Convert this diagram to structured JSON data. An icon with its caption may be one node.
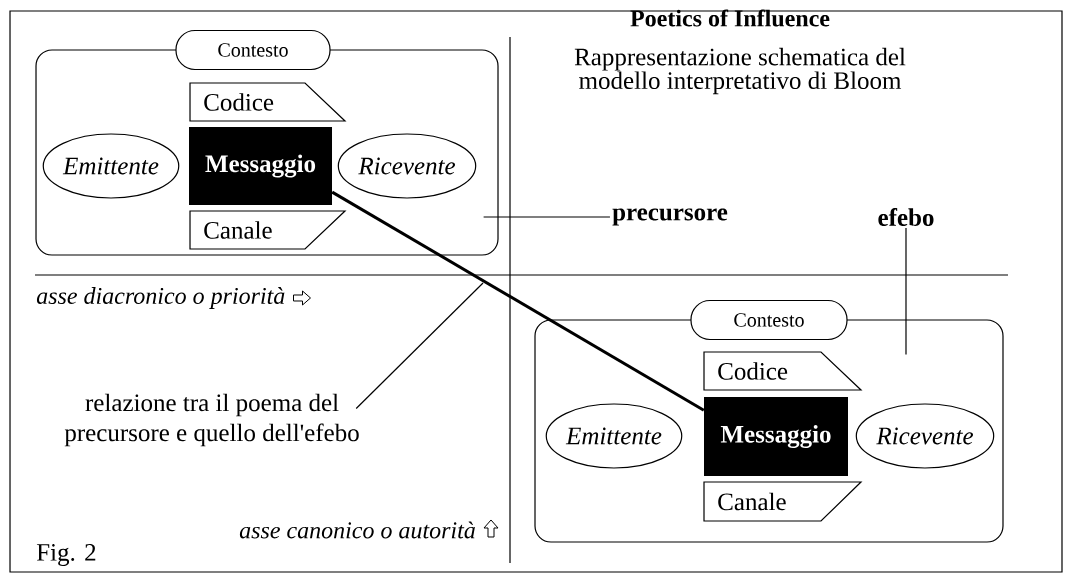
{
  "diagram": {
    "title": "Poetics of Influence",
    "caption": "Fig. 2",
    "nodes": [
      {
        "text": [],
        "shape": "box"
      },
      {
        "text": [
          "Contesto"
        ]
      },
      {
        "text": [
          "Codice"
        ],
        "in": 0
      },
      {
        "text": [
          "Emittente"
        ],
        "in": 0
      },
      {
        "text": [
          "Messaggio"
        ],
        "in": 0
      },
      {
        "text": [
          "Ricevente"
        ],
        "in": 0
      },
      {
        "text": [
          "Canale"
        ],
        "in": 0
      },
      {
        "text": [
          "precursore"
        ]
      },
      {
        "text": [
          "efebo"
        ]
      },
      {
        "text": [],
        "shape": "box"
      },
      {
        "text": [
          "Contesto"
        ]
      },
      {
        "text": [
          "Codice"
        ],
        "in": 9
      },
      {
        "text": [
          "Emittente"
        ],
        "in": 9
      },
      {
        "text": [
          "Messaggio"
        ],
        "in": 9
      },
      {
        "text": [
          "Ricevente"
        ],
        "in": 9
      },
      {
        "text": [
          "Canale"
        ],
        "in": 9
      },
      {
        "text": [
          "relazione tra il poema del precursore e quello dell'efebo"
        ]
      }
    ],
    "edges": [
      {
        "from": 4,
        "to": 13,
        "arrow": "none",
        "style": "thick"
      },
      {
        "from": 7,
        "to": 0,
        "arrow": "none"
      },
      {
        "from": 8,
        "to": 9,
        "arrow": "none"
      },
      {
        "from": 16,
        "to": null,
        "arrow": "none"
      }
    ],
    "labels": [
      "Rappresentazione schematica del modello interpretativo di Bloom",
      "asse diacronico o priorità",
      "asse canonico o autorità"
    ]
  }
}
